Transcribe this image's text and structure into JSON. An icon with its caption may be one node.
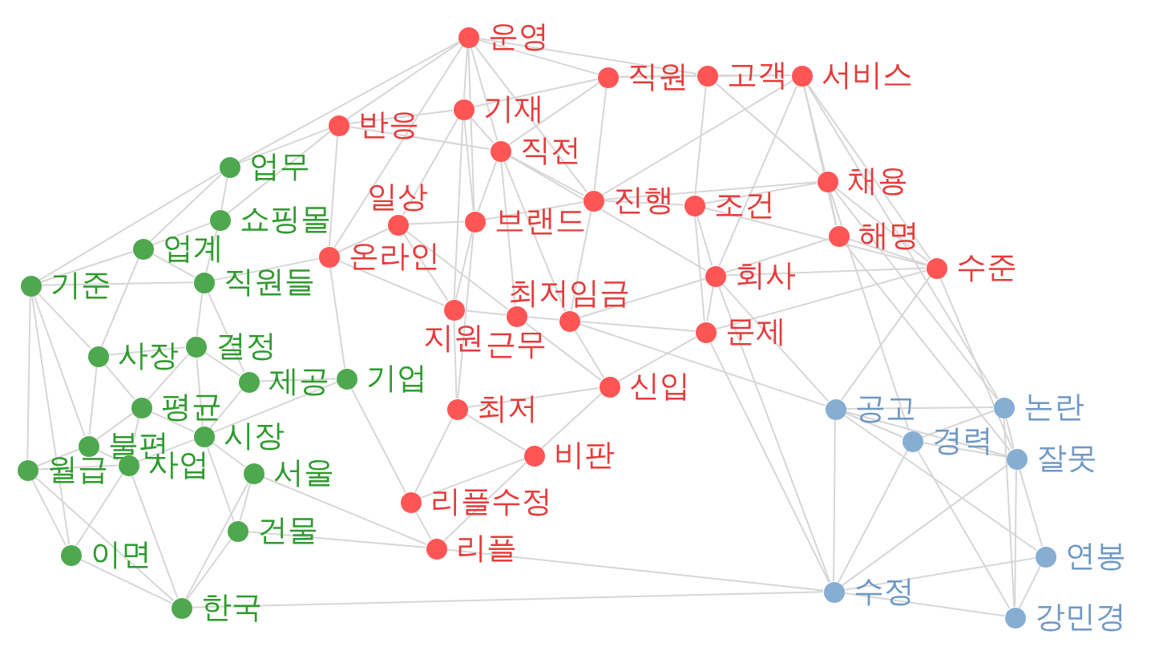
{
  "diagram": {
    "nodes": [
      {
        "text": [
          "운영"
        ]
      },
      {
        "text": [
          "직원"
        ]
      },
      {
        "text": [
          "고객"
        ]
      },
      {
        "text": [
          "서비스"
        ]
      },
      {
        "text": [
          "반응"
        ]
      },
      {
        "text": [
          "기재"
        ]
      },
      {
        "text": [
          "직전"
        ]
      },
      {
        "text": [
          "채용"
        ]
      },
      {
        "text": [
          "진행"
        ]
      },
      {
        "text": [
          "조건"
        ]
      },
      {
        "text": [
          "브랜드"
        ]
      },
      {
        "text": [
          "해명"
        ]
      },
      {
        "text": [
          "온라인"
        ]
      },
      {
        "text": [
          "일상"
        ]
      },
      {
        "text": [
          "수준"
        ]
      },
      {
        "text": [
          "회사"
        ]
      },
      {
        "text": [
          "지원"
        ]
      },
      {
        "text": [
          "근무"
        ]
      },
      {
        "text": [
          "최저임금"
        ]
      },
      {
        "text": [
          "문제"
        ]
      },
      {
        "text": [
          "신입"
        ]
      },
      {
        "text": [
          "최저"
        ]
      },
      {
        "text": [
          "비판"
        ]
      },
      {
        "text": [
          "리플수정"
        ]
      },
      {
        "text": [
          "리플"
        ]
      },
      {
        "text": [
          "업무"
        ]
      },
      {
        "text": [
          "쇼핑몰"
        ]
      },
      {
        "text": [
          "업계"
        ]
      },
      {
        "text": [
          "직원들"
        ]
      },
      {
        "text": [
          "기준"
        ]
      },
      {
        "text": [
          "사장"
        ]
      },
      {
        "text": [
          "결정"
        ]
      },
      {
        "text": [
          "제공"
        ]
      },
      {
        "text": [
          "기업"
        ]
      },
      {
        "text": [
          "평균"
        ]
      },
      {
        "text": [
          "시장"
        ]
      },
      {
        "text": [
          "불편"
        ]
      },
      {
        "text": [
          "사업"
        ]
      },
      {
        "text": [
          "월급"
        ]
      },
      {
        "text": [
          "서울"
        ]
      },
      {
        "text": [
          "건물"
        ]
      },
      {
        "text": [
          "이면"
        ]
      },
      {
        "text": [
          "한국"
        ]
      },
      {
        "text": [
          "공고"
        ]
      },
      {
        "text": [
          "경력"
        ]
      },
      {
        "text": [
          "논란"
        ]
      },
      {
        "text": [
          "잘못"
        ]
      },
      {
        "text": [
          "연봉"
        ]
      },
      {
        "text": [
          "수정"
        ]
      },
      {
        "text": [
          "강민경"
        ]
      }
    ],
    "edges": [
      {
        "from": 43,
        "to": 44,
        "arrow": "none"
      },
      {
        "from": 43,
        "to": 45,
        "arrow": "none"
      },
      {
        "from": 43,
        "to": 46,
        "arrow": "none"
      },
      {
        "from": 43,
        "to": 48,
        "arrow": "none"
      },
      {
        "from": 43,
        "to": 47,
        "arrow": "none"
      },
      {
        "from": 44,
        "to": 46,
        "arrow": "none"
      },
      {
        "from": 44,
        "to": 48,
        "arrow": "none"
      },
      {
        "from": 44,
        "to": 49,
        "arrow": "none"
      },
      {
        "from": 45,
        "to": 46,
        "arrow": "none"
      },
      {
        "from": 46,
        "to": 47,
        "arrow": "none"
      },
      {
        "from": 46,
        "to": 49,
        "arrow": "none"
      },
      {
        "from": 46,
        "to": 48,
        "arrow": "none"
      },
      {
        "from": 47,
        "to": 48,
        "arrow": "none"
      },
      {
        "from": 48,
        "to": 49,
        "arrow": "none"
      },
      {
        "from": 45,
        "to": 49,
        "arrow": "none"
      },
      {
        "from": 47,
        "to": 49,
        "arrow": "none"
      },
      {
        "from": 44,
        "to": 45,
        "arrow": "none"
      },
      {
        "from": 43,
        "to": 18,
        "arrow": "none"
      },
      {
        "from": 43,
        "to": 15,
        "arrow": "none"
      },
      {
        "from": 43,
        "to": 14,
        "arrow": "none"
      },
      {
        "from": 44,
        "to": 7,
        "arrow": "none"
      },
      {
        "from": 45,
        "to": 7,
        "arrow": "none"
      },
      {
        "from": 45,
        "to": 3,
        "arrow": "none"
      },
      {
        "from": 46,
        "to": 11,
        "arrow": "none"
      },
      {
        "from": 46,
        "to": 14,
        "arrow": "none"
      },
      {
        "from": 48,
        "to": 19,
        "arrow": "none"
      },
      {
        "from": 48,
        "to": 15,
        "arrow": "none"
      },
      {
        "from": 48,
        "to": 24,
        "arrow": "none"
      },
      {
        "from": 48,
        "to": 42,
        "arrow": "none"
      },
      {
        "from": 0,
        "to": 1,
        "arrow": "none"
      },
      {
        "from": 0,
        "to": 2,
        "arrow": "none"
      },
      {
        "from": 0,
        "to": 4,
        "arrow": "none"
      },
      {
        "from": 0,
        "to": 5,
        "arrow": "none"
      },
      {
        "from": 0,
        "to": 6,
        "arrow": "none"
      },
      {
        "from": 0,
        "to": 10,
        "arrow": "none"
      },
      {
        "from": 0,
        "to": 12,
        "arrow": "none"
      },
      {
        "from": 0,
        "to": 8,
        "arrow": "none"
      },
      {
        "from": 0,
        "to": 25,
        "arrow": "none"
      },
      {
        "from": 1,
        "to": 2,
        "arrow": "none"
      },
      {
        "from": 1,
        "to": 3,
        "arrow": "none"
      },
      {
        "from": 1,
        "to": 6,
        "arrow": "none"
      },
      {
        "from": 1,
        "to": 8,
        "arrow": "none"
      },
      {
        "from": 1,
        "to": 5,
        "arrow": "none"
      },
      {
        "from": 2,
        "to": 3,
        "arrow": "none"
      },
      {
        "from": 2,
        "to": 7,
        "arrow": "none"
      },
      {
        "from": 2,
        "to": 9,
        "arrow": "none"
      },
      {
        "from": 3,
        "to": 7,
        "arrow": "none"
      },
      {
        "from": 3,
        "to": 11,
        "arrow": "none"
      },
      {
        "from": 3,
        "to": 14,
        "arrow": "none"
      },
      {
        "from": 3,
        "to": 15,
        "arrow": "none"
      },
      {
        "from": 3,
        "to": 8,
        "arrow": "none"
      },
      {
        "from": 4,
        "to": 5,
        "arrow": "none"
      },
      {
        "from": 4,
        "to": 6,
        "arrow": "none"
      },
      {
        "from": 4,
        "to": 12,
        "arrow": "none"
      },
      {
        "from": 4,
        "to": 25,
        "arrow": "none"
      },
      {
        "from": 5,
        "to": 6,
        "arrow": "none"
      },
      {
        "from": 5,
        "to": 10,
        "arrow": "none"
      },
      {
        "from": 5,
        "to": 13,
        "arrow": "none"
      },
      {
        "from": 5,
        "to": 16,
        "arrow": "none"
      },
      {
        "from": 6,
        "to": 8,
        "arrow": "none"
      },
      {
        "from": 6,
        "to": 10,
        "arrow": "none"
      },
      {
        "from": 6,
        "to": 17,
        "arrow": "none"
      },
      {
        "from": 6,
        "to": 18,
        "arrow": "none"
      },
      {
        "from": 6,
        "to": 15,
        "arrow": "none"
      },
      {
        "from": 7,
        "to": 11,
        "arrow": "none"
      },
      {
        "from": 7,
        "to": 14,
        "arrow": "none"
      },
      {
        "from": 7,
        "to": 9,
        "arrow": "none"
      },
      {
        "from": 7,
        "to": 8,
        "arrow": "none"
      },
      {
        "from": 8,
        "to": 9,
        "arrow": "none"
      },
      {
        "from": 8,
        "to": 10,
        "arrow": "none"
      },
      {
        "from": 8,
        "to": 18,
        "arrow": "none"
      },
      {
        "from": 9,
        "to": 15,
        "arrow": "none"
      },
      {
        "from": 9,
        "to": 19,
        "arrow": "none"
      },
      {
        "from": 9,
        "to": 14,
        "arrow": "none"
      },
      {
        "from": 10,
        "to": 13,
        "arrow": "none"
      },
      {
        "from": 10,
        "to": 16,
        "arrow": "none"
      },
      {
        "from": 10,
        "to": 21,
        "arrow": "none"
      },
      {
        "from": 11,
        "to": 14,
        "arrow": "none"
      },
      {
        "from": 11,
        "to": 15,
        "arrow": "none"
      },
      {
        "from": 12,
        "to": 13,
        "arrow": "none"
      },
      {
        "from": 12,
        "to": 28,
        "arrow": "none"
      },
      {
        "from": 12,
        "to": 16,
        "arrow": "none"
      },
      {
        "from": 13,
        "to": 16,
        "arrow": "none"
      },
      {
        "from": 13,
        "to": 17,
        "arrow": "none"
      },
      {
        "from": 14,
        "to": 15,
        "arrow": "none"
      },
      {
        "from": 14,
        "to": 19,
        "arrow": "none"
      },
      {
        "from": 15,
        "to": 19,
        "arrow": "none"
      },
      {
        "from": 15,
        "to": 18,
        "arrow": "none"
      },
      {
        "from": 16,
        "to": 17,
        "arrow": "none"
      },
      {
        "from": 16,
        "to": 21,
        "arrow": "none"
      },
      {
        "from": 17,
        "to": 18,
        "arrow": "none"
      },
      {
        "from": 17,
        "to": 20,
        "arrow": "none"
      },
      {
        "from": 18,
        "to": 19,
        "arrow": "none"
      },
      {
        "from": 18,
        "to": 20,
        "arrow": "none"
      },
      {
        "from": 20,
        "to": 21,
        "arrow": "none"
      },
      {
        "from": 20,
        "to": 22,
        "arrow": "none"
      },
      {
        "from": 21,
        "to": 22,
        "arrow": "none"
      },
      {
        "from": 21,
        "to": 23,
        "arrow": "none"
      },
      {
        "from": 22,
        "to": 23,
        "arrow": "none"
      },
      {
        "from": 22,
        "to": 24,
        "arrow": "none"
      },
      {
        "from": 23,
        "to": 24,
        "arrow": "none"
      },
      {
        "from": 24,
        "to": 39,
        "arrow": "none"
      },
      {
        "from": 24,
        "to": 40,
        "arrow": "none"
      },
      {
        "from": 23,
        "to": 33,
        "arrow": "none"
      },
      {
        "from": 20,
        "to": 19,
        "arrow": "none"
      },
      {
        "from": 25,
        "to": 26,
        "arrow": "none"
      },
      {
        "from": 25,
        "to": 27,
        "arrow": "none"
      },
      {
        "from": 25,
        "to": 29,
        "arrow": "none"
      },
      {
        "from": 26,
        "to": 27,
        "arrow": "none"
      },
      {
        "from": 26,
        "to": 28,
        "arrow": "none"
      },
      {
        "from": 27,
        "to": 29,
        "arrow": "none"
      },
      {
        "from": 27,
        "to": 28,
        "arrow": "none"
      },
      {
        "from": 27,
        "to": 30,
        "arrow": "none"
      },
      {
        "from": 28,
        "to": 31,
        "arrow": "none"
      },
      {
        "from": 28,
        "to": 29,
        "arrow": "none"
      },
      {
        "from": 29,
        "to": 30,
        "arrow": "none"
      },
      {
        "from": 29,
        "to": 38,
        "arrow": "none"
      },
      {
        "from": 29,
        "to": 41,
        "arrow": "none"
      },
      {
        "from": 29,
        "to": 36,
        "arrow": "none"
      },
      {
        "from": 30,
        "to": 31,
        "arrow": "none"
      },
      {
        "from": 30,
        "to": 34,
        "arrow": "none"
      },
      {
        "from": 30,
        "to": 36,
        "arrow": "none"
      },
      {
        "from": 31,
        "to": 32,
        "arrow": "none"
      },
      {
        "from": 31,
        "to": 34,
        "arrow": "none"
      },
      {
        "from": 31,
        "to": 35,
        "arrow": "none"
      },
      {
        "from": 32,
        "to": 33,
        "arrow": "none"
      },
      {
        "from": 32,
        "to": 35,
        "arrow": "none"
      },
      {
        "from": 33,
        "to": 35,
        "arrow": "none"
      },
      {
        "from": 34,
        "to": 35,
        "arrow": "none"
      },
      {
        "from": 34,
        "to": 36,
        "arrow": "none"
      },
      {
        "from": 34,
        "to": 37,
        "arrow": "none"
      },
      {
        "from": 35,
        "to": 37,
        "arrow": "none"
      },
      {
        "from": 35,
        "to": 39,
        "arrow": "none"
      },
      {
        "from": 36,
        "to": 37,
        "arrow": "none"
      },
      {
        "from": 36,
        "to": 38,
        "arrow": "none"
      },
      {
        "from": 37,
        "to": 38,
        "arrow": "none"
      },
      {
        "from": 37,
        "to": 41,
        "arrow": "none"
      },
      {
        "from": 37,
        "to": 42,
        "arrow": "none"
      },
      {
        "from": 38,
        "to": 41,
        "arrow": "none"
      },
      {
        "from": 39,
        "to": 40,
        "arrow": "none"
      },
      {
        "from": 39,
        "to": 42,
        "arrow": "none"
      },
      {
        "from": 40,
        "to": 42,
        "arrow": "none"
      },
      {
        "from": 41,
        "to": 42,
        "arrow": "none"
      },
      {
        "from": 35,
        "to": 40,
        "arrow": "none"
      },
      {
        "from": 33,
        "to": 12,
        "arrow": "none"
      },
      {
        "from": 32,
        "to": 28,
        "arrow": "none"
      },
      {
        "from": 26,
        "to": 4,
        "arrow": "none"
      },
      {
        "from": 38,
        "to": 42,
        "arrow": "none"
      }
    ]
  }
}
